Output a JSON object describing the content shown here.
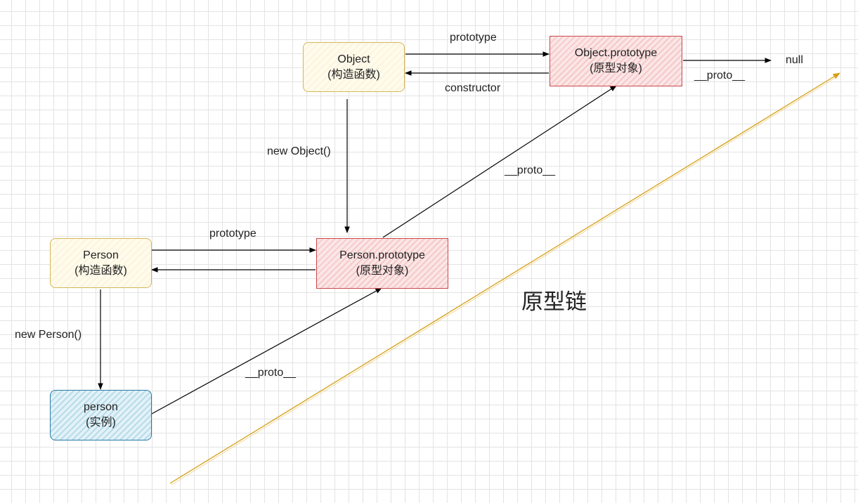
{
  "nodes": {
    "object_ctor": {
      "name": "Object",
      "sub": "(构造函数)"
    },
    "object_proto": {
      "name": "Object.prototype",
      "sub": "(原型对象)"
    },
    "person_ctor": {
      "name": "Person",
      "sub": "(构造函数)"
    },
    "person_proto": {
      "name": "Person.prototype",
      "sub": "(原型对象)"
    },
    "person_inst": {
      "name": "person",
      "sub": "(实例)"
    }
  },
  "labels": {
    "null": "null",
    "prototype_top": "prototype",
    "constructor": "constructor",
    "proto_null": "__proto__",
    "new_object": "new Object()",
    "proto_person_to_object": "__proto__",
    "prototype_person": "prototype",
    "new_person": "new Person()",
    "proto_instance": "__proto__"
  },
  "title": "原型链",
  "colors": {
    "constructor_border": "#d6b656",
    "prototype_border": "#c94a4a",
    "instance_border": "#2a7aa6",
    "chain_arrow": "#d4a017",
    "edge": "#000000"
  }
}
